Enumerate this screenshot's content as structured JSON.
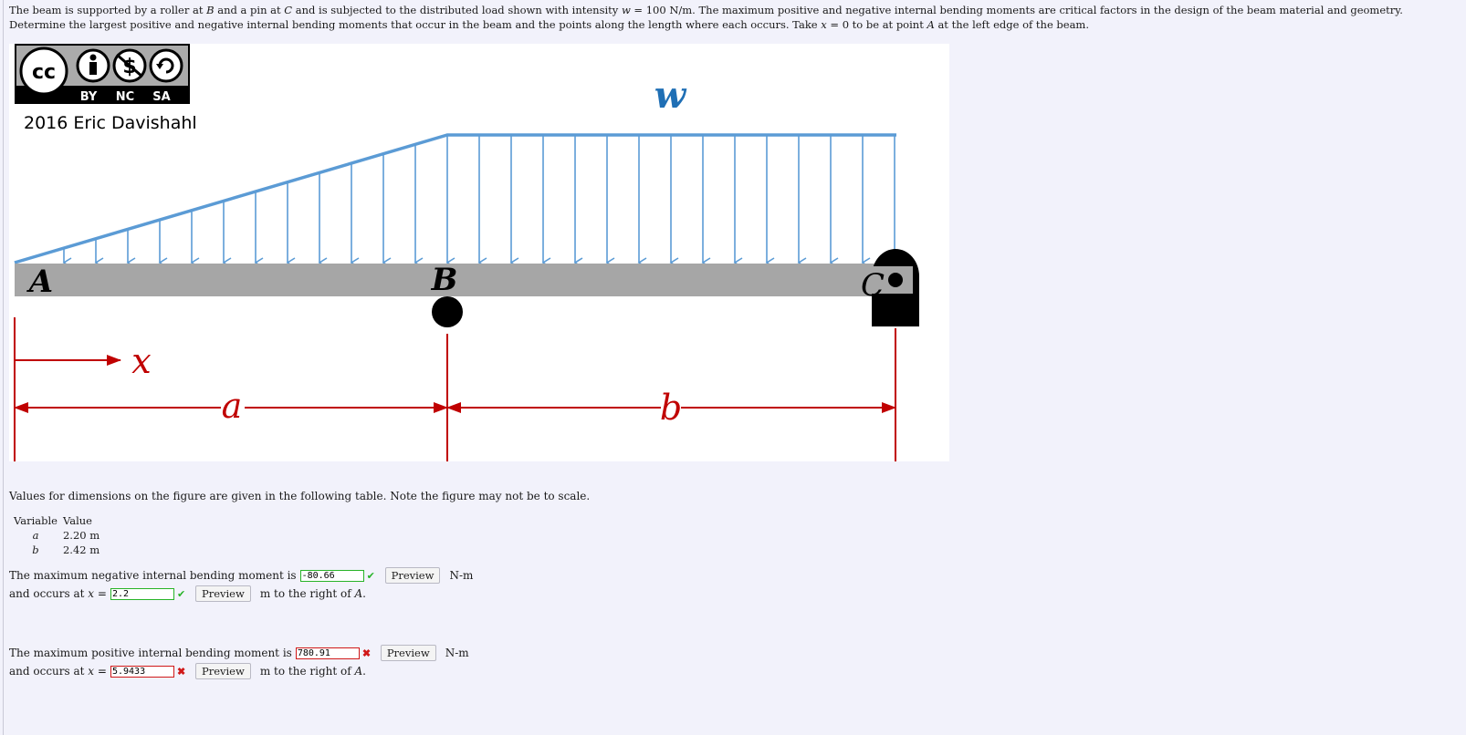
{
  "problem": {
    "intro_html": "The beam is supported by a roller at <i>B</i> and a pin at <i>C</i> and is subjected to the distributed load shown with intensity <i>w</i> = 100 N/m. The maximum positive and negative internal bending moments are critical factors in the design of the beam material and geometry. Determine the largest positive and negative internal bending moments that occur in the beam and the points along the length where each occurs. Take <i>x</i> = 0 to be at point <i>A</i> at the left edge of the beam."
  },
  "figure": {
    "license_by": "BY",
    "license_nc": "NC",
    "license_sa": "SA",
    "license_cc": "cc",
    "credit": "2016 Eric Davishahl",
    "label_w": "w",
    "label_A": "A",
    "label_B": "B",
    "label_C": "C",
    "label_x": "x",
    "label_a": "a",
    "label_b": "b",
    "colors": {
      "load": "#5b9bd5",
      "beam": "#a6a6a6",
      "dimension": "#c00000",
      "support": "#000000",
      "w_label": "#1f6fb5"
    }
  },
  "dimensions": {
    "note": "Values for dimensions on the figure are given in the following table. Note the figure may not be to scale.",
    "header_variable": "Variable",
    "header_value": "Value",
    "rows": [
      {
        "variable": "a",
        "value": "2.20 m"
      },
      {
        "variable": "b",
        "value": "2.42 m"
      }
    ]
  },
  "answers": {
    "neg_moment": {
      "prefix": "The maximum negative internal bending moment is",
      "value": "-80.66",
      "status": "correct",
      "preview": "Preview",
      "unit": "N-m"
    },
    "neg_location": {
      "prefix": "and occurs at",
      "var": "x",
      "eq": "=",
      "value": "2.2",
      "status": "correct",
      "preview": "Preview",
      "suffix": "m to the right of",
      "point": "A",
      "period": "."
    },
    "pos_moment": {
      "prefix": "The maximum positive internal bending moment is",
      "value": "780.91",
      "status": "incorrect",
      "preview": "Preview",
      "unit": "N-m"
    },
    "pos_location": {
      "prefix": "and occurs at",
      "var": "x",
      "eq": "=",
      "value": "5.9433",
      "status": "incorrect",
      "preview": "Preview",
      "suffix": "m to the right of",
      "point": "A",
      "period": "."
    },
    "check_mark": "✔",
    "cross_mark": "✖"
  }
}
